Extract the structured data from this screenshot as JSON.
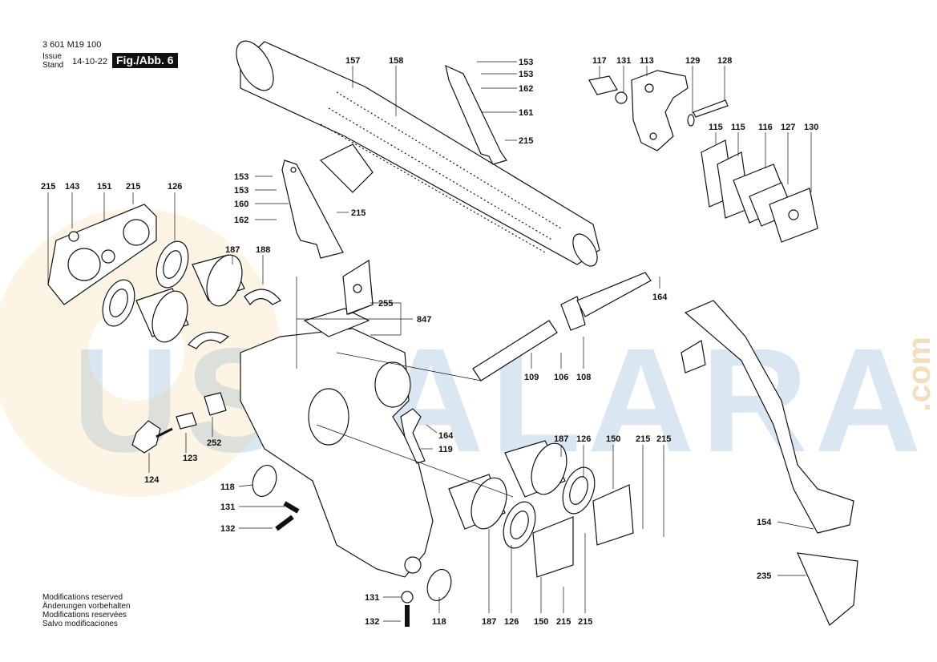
{
  "header": {
    "doc_number": "3 601 M19 100",
    "issue_label": "Issue Stand",
    "issue_date": "14-10-22",
    "fig_label": "Fig./Abb. 6"
  },
  "watermark": {
    "text": "USTALARA",
    "suffix": ".com",
    "colors": {
      "blue": "#5a8fc8",
      "orange": "#e0a040"
    }
  },
  "notes": [
    "Modifications reserved",
    "Änderungen vorbehalten",
    "Modifications reservées",
    "Salvo modificaciones"
  ],
  "labels": [
    "157",
    "158",
    "153",
    "153",
    "162",
    "161",
    "215",
    "117",
    "131",
    "113",
    "129",
    "128",
    "115",
    "115",
    "116",
    "127",
    "130",
    "153",
    "153",
    "160",
    "162",
    "215",
    "215",
    "143",
    "151",
    "215",
    "126",
    "187",
    "188",
    "255",
    "847",
    "164",
    "109",
    "106",
    "108",
    "164",
    "119",
    "252",
    "123",
    "124",
    "187",
    "126",
    "150",
    "215",
    "215",
    "118",
    "131",
    "132",
    "154",
    "235",
    "131",
    "132",
    "118",
    "187",
    "126",
    "150",
    "215",
    "215"
  ]
}
